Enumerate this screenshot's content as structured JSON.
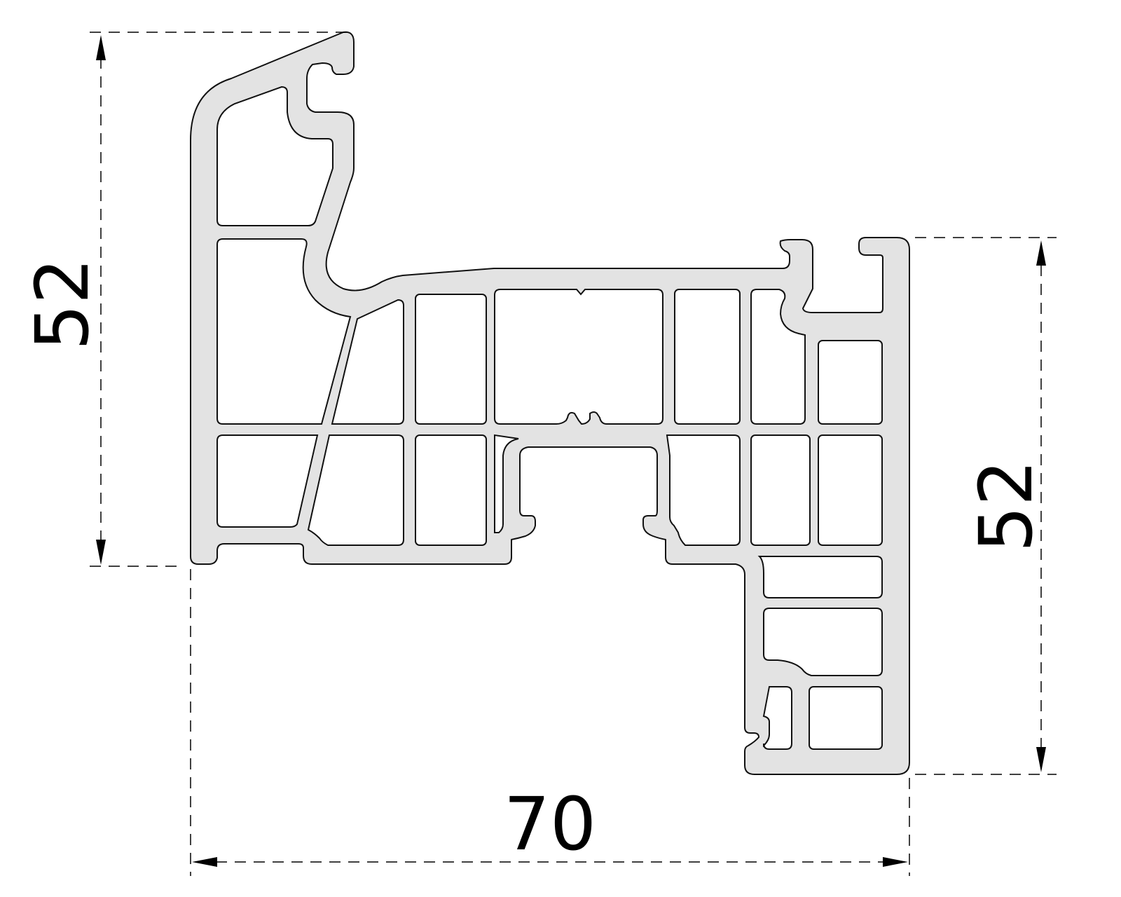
{
  "dimensions": {
    "left_height": "52",
    "right_height": "52",
    "bottom_width": "70"
  },
  "colors": {
    "profile_fill": "#e3e3e3",
    "outline": "#111111",
    "background": "#ffffff"
  }
}
